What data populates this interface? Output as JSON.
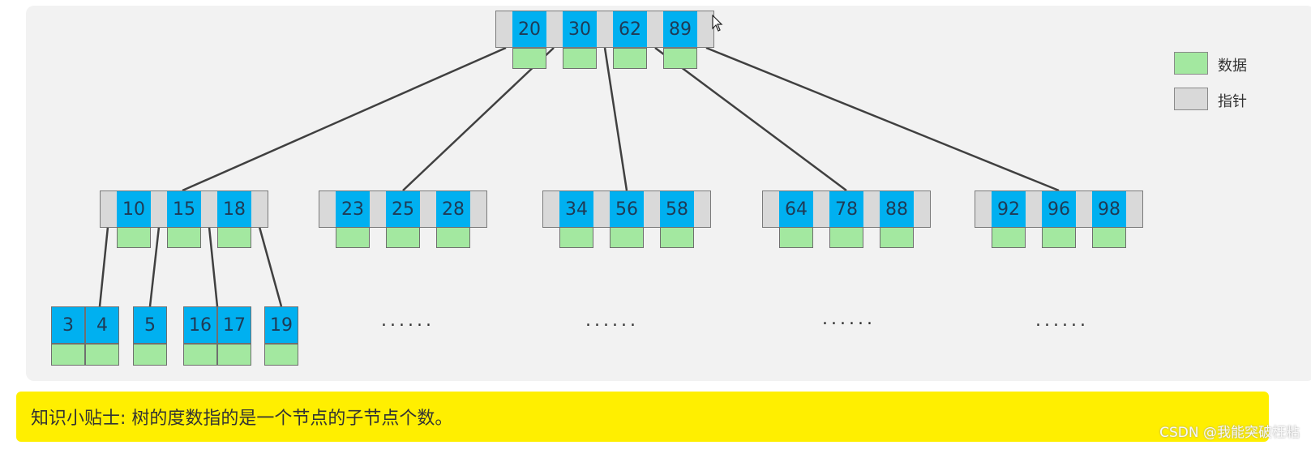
{
  "root": {
    "keys": [
      "20",
      "30",
      "62",
      "89"
    ]
  },
  "level2": [
    {
      "keys": [
        "10",
        "15",
        "18"
      ]
    },
    {
      "keys": [
        "23",
        "25",
        "28"
      ]
    },
    {
      "keys": [
        "34",
        "56",
        "58"
      ]
    },
    {
      "keys": [
        "64",
        "78",
        "88"
      ]
    },
    {
      "keys": [
        "92",
        "96",
        "98"
      ]
    }
  ],
  "leaves": [
    {
      "keys": [
        "3",
        "4"
      ]
    },
    {
      "keys": [
        "5"
      ]
    },
    {
      "keys": [
        "16",
        "17"
      ]
    },
    {
      "keys": [
        "19"
      ]
    }
  ],
  "ellipses": [
    "......",
    "......",
    "......",
    "......"
  ],
  "legend": {
    "data_label": "数据",
    "pointer_label": "指针",
    "data_color": "#a3e8a0",
    "pointer_color": "#d9d9d9"
  },
  "key_color": "#00b0f0",
  "tip": "知识小贴士: 树的度数指的是一个节点的子节点个数。",
  "watermark": "CSDN @我能突破枉粘",
  "tip_color": "#ffef00"
}
